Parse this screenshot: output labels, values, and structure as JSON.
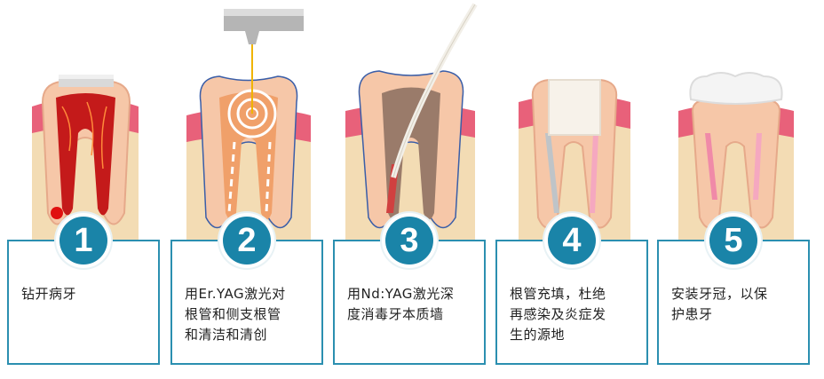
{
  "steps": [
    {
      "number": "1",
      "text": "钻开病牙"
    },
    {
      "number": "2",
      "text": "用Er.YAG激光对\n根管和侧支根管\n和清洁和清创"
    },
    {
      "number": "3",
      "text": "用Nd:YAG激光深\n度消毒牙本质墙"
    },
    {
      "number": "4",
      "text": "根管充填，杜绝\n再感染及炎症发\n生的源地"
    },
    {
      "number": "5",
      "text": "安装牙冠，以保\n护患牙"
    }
  ],
  "colors": {
    "accent": "#1a84a8",
    "border": "#2b8fb0",
    "gum": "#e8617a",
    "bone": "#f3dcb4",
    "dentin": "#f6c7a8",
    "pulp_infected": "#c41a1a"
  }
}
